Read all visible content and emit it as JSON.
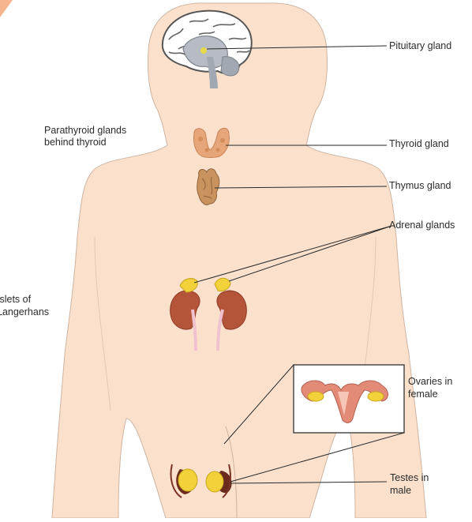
{
  "labels": {
    "pituitary": "Pituitary gland",
    "parathyroid_line1": "Parathyroid glands",
    "parathyroid_line2": "behind thyroid",
    "thyroid": "Thyroid gland",
    "thymus": "Thymus gland",
    "adrenal": "Adrenal glands",
    "islets_line1": "Islets of",
    "islets_line2": "Langerhans",
    "ovaries_line1": "Ovaries in",
    "ovaries_line2": "female",
    "testes_line1": "Testes in",
    "testes_line2": "male"
  },
  "colors": {
    "skin": "#fbe1cc",
    "skin_outline": "#cdb4a2",
    "thyroid": "#e7a679",
    "kidney": "#b4553a",
    "adrenal": "#f2d13a",
    "leader_line": "#2b2b2b",
    "inset_box": "#333333",
    "uterus": "#e48b78",
    "corner_accent": "#f6b58f"
  },
  "icons": [
    "brain-icon",
    "thyroid-icon",
    "thymus-icon",
    "kidney-icon",
    "adrenal-icon",
    "uterus-icon",
    "testes-icon"
  ]
}
